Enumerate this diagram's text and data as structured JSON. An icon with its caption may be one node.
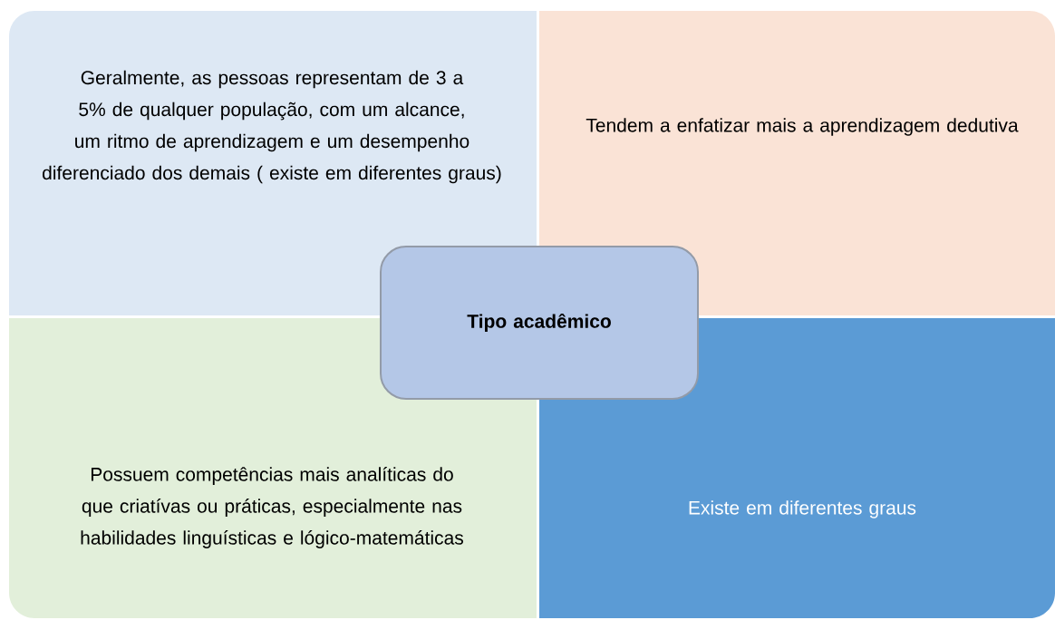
{
  "diagram": {
    "nodes": [
      {
        "text": [
          "Geralmente, as pessoas representam de 3 a 5% de qualquer população, com um alcance, um ritmo de aprendizagem e um desempenho diferenciado dos demais ( existe em diferentes graus)"
        ]
      },
      {
        "text": [
          "Tendem a enfatizar mais a aprendizagem dedutiva"
        ]
      },
      {
        "text": [
          "Possuem competências mais analíticas do que criatívas ou práticas, especialmente nas habilidades linguísticas e lógico-matemáticas"
        ]
      },
      {
        "text": [
          "Existe em diferentes graus"
        ]
      },
      {
        "text": [
          "Tipo acadêmico"
        ]
      }
    ]
  }
}
